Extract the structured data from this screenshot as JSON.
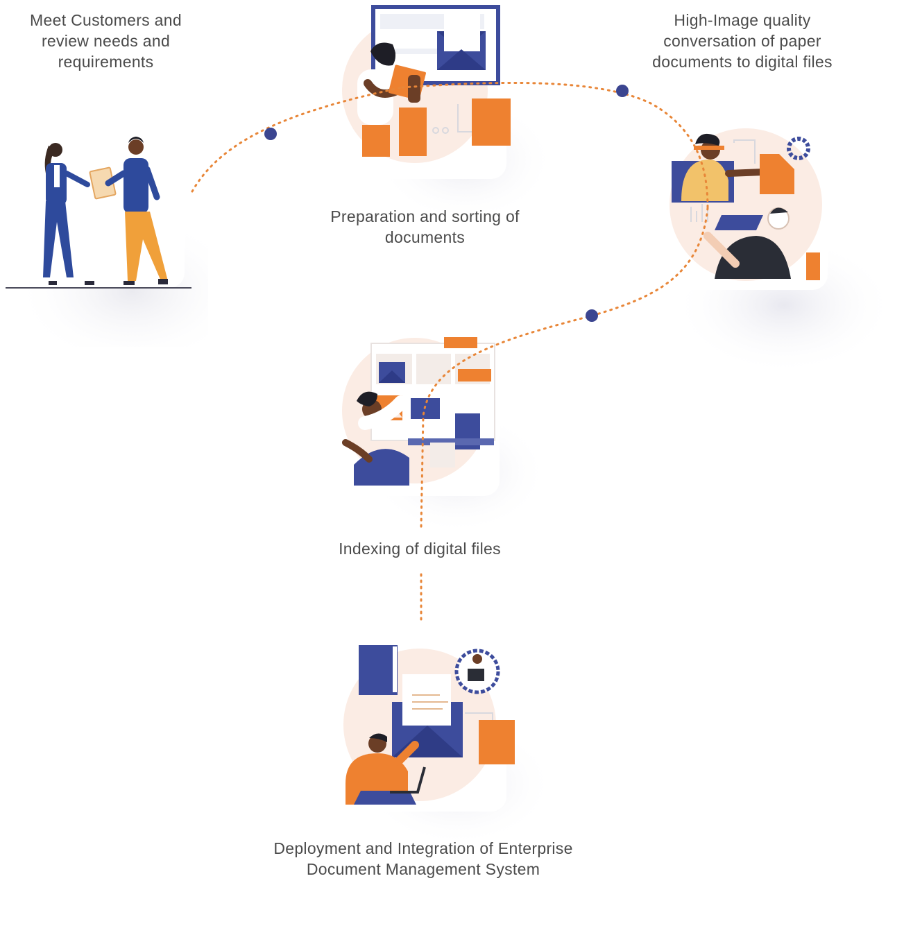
{
  "steps": [
    {
      "label": "Meet Customers and review needs and requirements"
    },
    {
      "label": "Preparation and sorting of documents"
    },
    {
      "label": "High-Image quality conversation of paper documents to digital files"
    },
    {
      "label": "Indexing of digital files"
    },
    {
      "label": "Deployment and Integration of Enterprise Document Management System"
    }
  ],
  "colors": {
    "orange": "#ee8130",
    "navy": "#3d4c9c",
    "peach": "#fbece4",
    "dots": "#e88638",
    "node": "#3b4590"
  }
}
